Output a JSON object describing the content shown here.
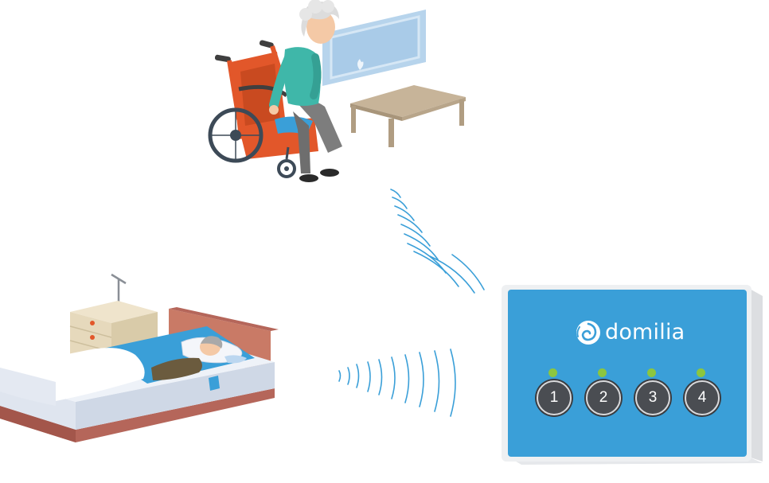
{
  "device": {
    "brand": "domilia",
    "buttons": [
      {
        "label": "1"
      },
      {
        "label": "2"
      },
      {
        "label": "3"
      },
      {
        "label": "4"
      }
    ],
    "led_color": "#8cc63f",
    "panel_color": "#3a9fd8"
  },
  "illustrations": {
    "top": "wheelchair-transfer",
    "bottom": "bed-sensor-mat"
  }
}
